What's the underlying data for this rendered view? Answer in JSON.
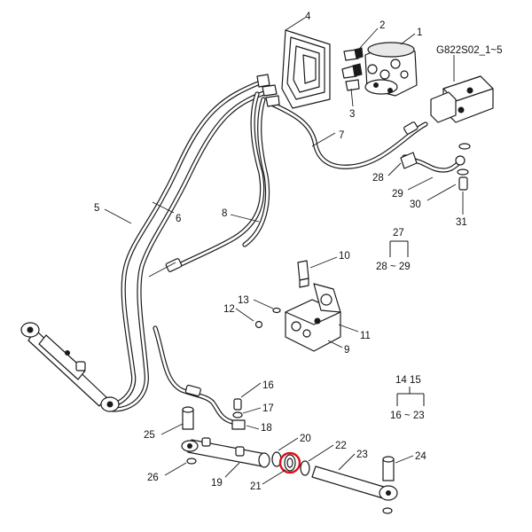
{
  "reference_label": "G822S02_1~5",
  "callouts": [
    {
      "id": "1",
      "label": "1"
    },
    {
      "id": "2",
      "label": "2"
    },
    {
      "id": "3",
      "label": "3"
    },
    {
      "id": "4",
      "label": "4"
    },
    {
      "id": "5",
      "label": "5"
    },
    {
      "id": "6",
      "label": "6"
    },
    {
      "id": "7",
      "label": "7"
    },
    {
      "id": "8",
      "label": "8"
    },
    {
      "id": "9",
      "label": "9"
    },
    {
      "id": "10",
      "label": "10"
    },
    {
      "id": "11",
      "label": "11"
    },
    {
      "id": "12",
      "label": "12"
    },
    {
      "id": "13",
      "label": "13"
    },
    {
      "id": "16",
      "label": "16"
    },
    {
      "id": "17",
      "label": "17"
    },
    {
      "id": "18",
      "label": "18"
    },
    {
      "id": "19",
      "label": "19"
    },
    {
      "id": "20",
      "label": "20"
    },
    {
      "id": "21",
      "label": "21"
    },
    {
      "id": "22",
      "label": "22"
    },
    {
      "id": "23",
      "label": "23"
    },
    {
      "id": "24",
      "label": "24"
    },
    {
      "id": "25",
      "label": "25"
    },
    {
      "id": "26",
      "label": "26"
    },
    {
      "id": "28",
      "label": "28"
    },
    {
      "id": "29",
      "label": "29"
    },
    {
      "id": "30",
      "label": "30"
    },
    {
      "id": "31",
      "label": "31"
    }
  ],
  "groups": [
    {
      "id": "27",
      "parent": "27",
      "range": "28 ~ 29"
    },
    {
      "id": "14-15",
      "parent": "14 15",
      "range": "16 ~ 23"
    }
  ],
  "highlight": {
    "part": "21",
    "color": "#d8121b"
  }
}
